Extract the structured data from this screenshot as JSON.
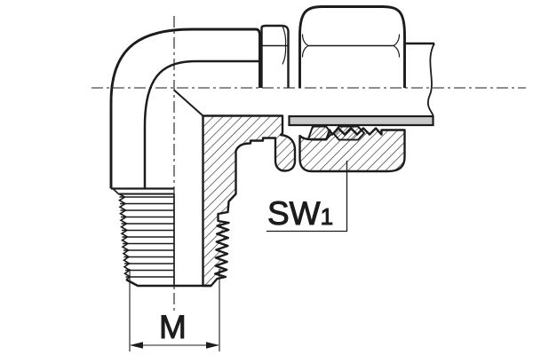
{
  "labels": {
    "wrench_size": {
      "text": "SW",
      "subscript": "1"
    },
    "thread_dimension": {
      "text": "M"
    }
  },
  "colors": {
    "line": "#1c1c1c",
    "tube_fill": "#c9c9c9",
    "background": "#ffffff"
  }
}
